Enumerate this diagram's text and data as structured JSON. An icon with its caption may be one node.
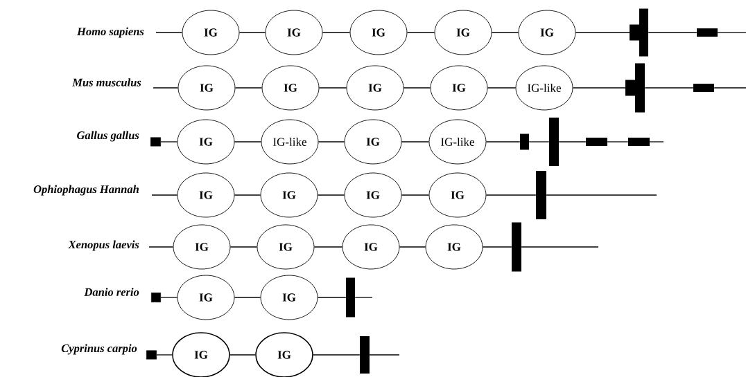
{
  "diagram": {
    "nodes": [
      {
        "text": [
          "IG"
        ]
      },
      {
        "text": [
          "IG"
        ]
      },
      {
        "text": [
          "IG"
        ]
      },
      {
        "text": [
          "IG"
        ]
      },
      {
        "text": [
          "IG"
        ]
      },
      {
        "text": [],
        "shape": "bar"
      },
      {
        "text": [],
        "shape": "bar"
      },
      {
        "text": [
          "IG"
        ]
      },
      {
        "text": [
          "IG"
        ]
      },
      {
        "text": [
          "IG"
        ]
      },
      {
        "text": [
          "IG"
        ]
      },
      {
        "text": [
          "IG-like"
        ]
      },
      {
        "text": [],
        "shape": "bar"
      },
      {
        "text": [],
        "shape": "bar"
      },
      {
        "text": [],
        "shape": "box"
      },
      {
        "text": [
          "IG"
        ]
      },
      {
        "text": [
          "IG-like"
        ]
      },
      {
        "text": [
          "IG"
        ]
      },
      {
        "text": [
          "IG-like"
        ]
      },
      {
        "text": [],
        "shape": "bar"
      },
      {
        "text": [],
        "shape": "bar"
      },
      {
        "text": [],
        "shape": "bar"
      },
      {
        "text": [],
        "shape": "bar"
      },
      {
        "text": [
          "IG"
        ]
      },
      {
        "text": [
          "IG"
        ]
      },
      {
        "text": [
          "IG"
        ]
      },
      {
        "text": [
          "IG"
        ]
      },
      {
        "text": [],
        "shape": "bar"
      },
      {
        "text": [
          "IG"
        ]
      },
      {
        "text": [
          "IG"
        ]
      },
      {
        "text": [
          "IG"
        ]
      },
      {
        "text": [
          "IG"
        ]
      },
      {
        "text": [],
        "shape": "bar"
      },
      {
        "text": [],
        "shape": "box"
      },
      {
        "text": [
          "IG"
        ]
      },
      {
        "text": [
          "IG"
        ]
      },
      {
        "text": [],
        "shape": "bar"
      },
      {
        "text": [],
        "shape": "box"
      },
      {
        "text": [
          "IG"
        ]
      },
      {
        "text": [
          "IG"
        ]
      },
      {
        "text": [],
        "shape": "bar"
      }
    ],
    "edges": [
      {
        "from": null,
        "to": 0,
        "arrow": "none"
      },
      {
        "from": 0,
        "to": 1,
        "arrow": "none"
      },
      {
        "from": 1,
        "to": 2,
        "arrow": "none"
      },
      {
        "from": 2,
        "to": 3,
        "arrow": "none"
      },
      {
        "from": 3,
        "to": 4,
        "arrow": "none"
      },
      {
        "from": 4,
        "to": 5,
        "arrow": "none"
      },
      {
        "from": 5,
        "to": 6,
        "arrow": "none"
      },
      {
        "from": 6,
        "to": null,
        "arrow": "none"
      },
      {
        "from": null,
        "to": 7,
        "arrow": "none"
      },
      {
        "from": 7,
        "to": 8,
        "arrow": "none"
      },
      {
        "from": 8,
        "to": 9,
        "arrow": "none"
      },
      {
        "from": 9,
        "to": 10,
        "arrow": "none"
      },
      {
        "from": 10,
        "to": 11,
        "arrow": "none"
      },
      {
        "from": 11,
        "to": 12,
        "arrow": "none"
      },
      {
        "from": 12,
        "to": 13,
        "arrow": "none"
      },
      {
        "from": 13,
        "to": null,
        "arrow": "none"
      },
      {
        "from": 14,
        "to": 15,
        "arrow": "none"
      },
      {
        "from": 15,
        "to": 16,
        "arrow": "none"
      },
      {
        "from": 16,
        "to": 17,
        "arrow": "none"
      },
      {
        "from": 17,
        "to": 18,
        "arrow": "none"
      },
      {
        "from": 18,
        "to": 19,
        "arrow": "none"
      },
      {
        "from": 19,
        "to": 20,
        "arrow": "none"
      },
      {
        "from": 20,
        "to": 21,
        "arrow": "none"
      },
      {
        "from": 21,
        "to": 22,
        "arrow": "none"
      },
      {
        "from": 22,
        "to": null,
        "arrow": "none"
      },
      {
        "from": null,
        "to": 23,
        "arrow": "none"
      },
      {
        "from": 23,
        "to": 24,
        "arrow": "none"
      },
      {
        "from": 24,
        "to": 25,
        "arrow": "none"
      },
      {
        "from": 25,
        "to": 26,
        "arrow": "none"
      },
      {
        "from": 26,
        "to": 27,
        "arrow": "none"
      },
      {
        "from": 27,
        "to": null,
        "arrow": "none"
      },
      {
        "from": null,
        "to": 28,
        "arrow": "none"
      },
      {
        "from": 28,
        "to": 29,
        "arrow": "none"
      },
      {
        "from": 29,
        "to": 30,
        "arrow": "none"
      },
      {
        "from": 30,
        "to": 31,
        "arrow": "none"
      },
      {
        "from": 31,
        "to": 32,
        "arrow": "none"
      },
      {
        "from": 32,
        "to": null,
        "arrow": "none"
      },
      {
        "from": 33,
        "to": 34,
        "arrow": "none"
      },
      {
        "from": 34,
        "to": 35,
        "arrow": "none"
      },
      {
        "from": 35,
        "to": 36,
        "arrow": "none"
      },
      {
        "from": 36,
        "to": null,
        "arrow": "none"
      },
      {
        "from": 37,
        "to": 38,
        "arrow": "none"
      },
      {
        "from": 38,
        "to": 39,
        "arrow": "none"
      },
      {
        "from": 39,
        "to": 40,
        "arrow": "none"
      },
      {
        "from": 40,
        "to": null,
        "arrow": "none"
      }
    ],
    "labels": [
      "Homo sapiens",
      "Mus musculus",
      "Gallus gallus",
      "Ophiophagus Hannah",
      "Xenopus laevis",
      "Danio rerio",
      "Cyprinus carpio"
    ]
  }
}
